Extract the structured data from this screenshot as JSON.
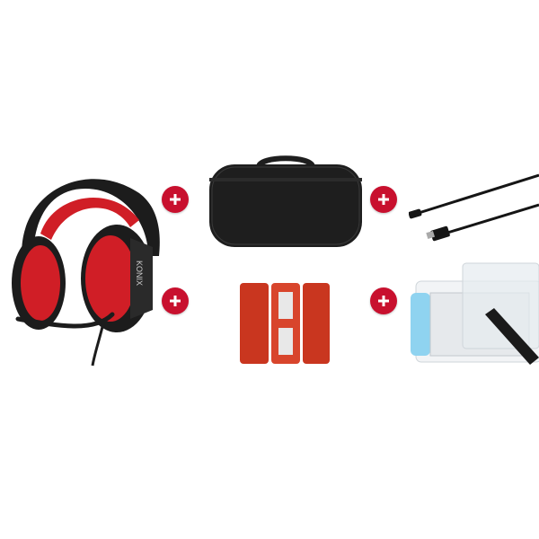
{
  "colors": {
    "background": "#ffffff",
    "plus_badge": "#c8102e",
    "headset_red": "#d01e26",
    "headset_black": "#1c1c1c",
    "case_black": "#1e1e1e",
    "card_case_red": "#c9361f",
    "cable_black": "#151515",
    "console_blue": "#8fd3f0"
  },
  "icons": [
    "plus-icon"
  ],
  "products": [
    {
      "name": "headset",
      "brand_text": "KONIX"
    },
    {
      "name": "carrying-case"
    },
    {
      "name": "usb-c-cable"
    },
    {
      "name": "game-card-case"
    },
    {
      "name": "screen-protector-kit"
    }
  ]
}
